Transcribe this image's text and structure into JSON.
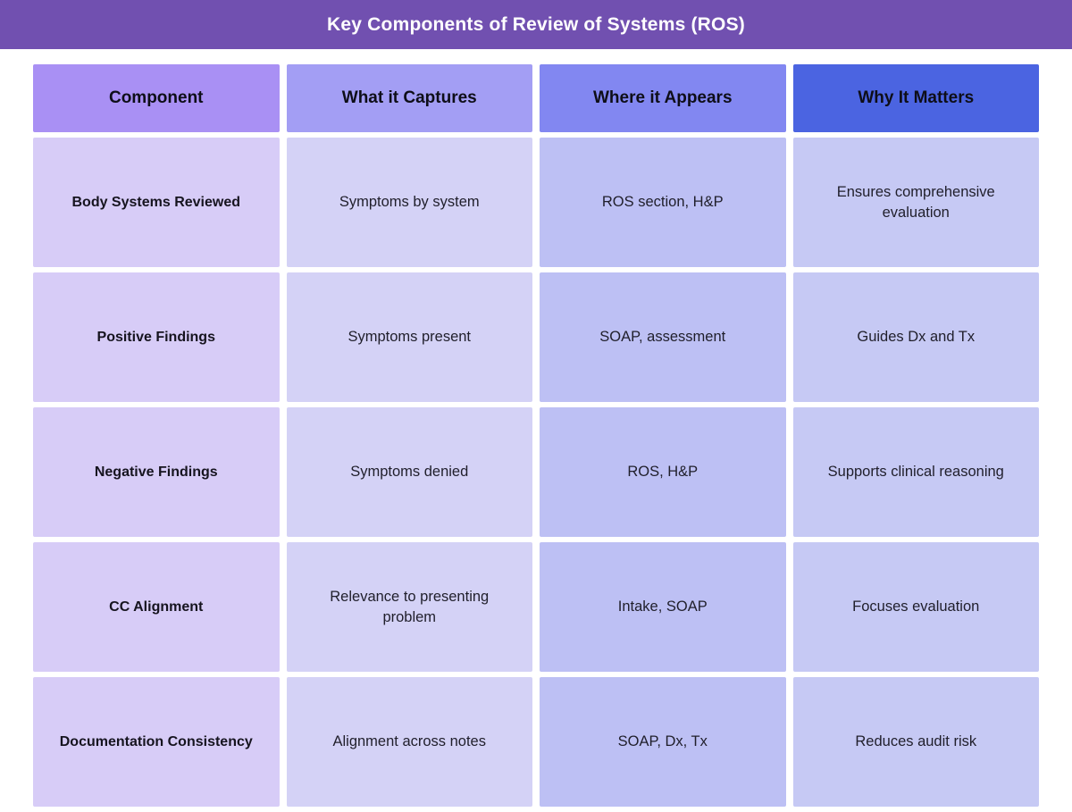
{
  "title": "Key Components of Review of Systems (ROS)",
  "colors": {
    "title_bar": "#7150b0",
    "header_component": "#a990f4",
    "header_captures": "#a39ef4",
    "header_appears": "#8287f1",
    "header_matters": "#4b64e1",
    "cell_component": "#d7ccf7",
    "cell_captures": "#d4d2f6",
    "cell_appears": "#bdc0f4",
    "cell_matters": "#c6c9f4"
  },
  "chart_data": {
    "type": "table",
    "title": "Key Components of Review of Systems (ROS)",
    "columns": [
      {
        "id": "component",
        "label": "Component"
      },
      {
        "id": "captures",
        "label": "What it Captures"
      },
      {
        "id": "appears",
        "label": "Where it Appears"
      },
      {
        "id": "matters",
        "label": "Why It Matters"
      }
    ],
    "rows": [
      {
        "component": "Body Systems Reviewed",
        "captures": "Symptoms by system",
        "appears": "ROS section, H&P",
        "matters": "Ensures comprehensive evaluation"
      },
      {
        "component": "Positive Findings",
        "captures": "Symptoms present",
        "appears": "SOAP, assessment",
        "matters": "Guides Dx and Tx"
      },
      {
        "component": "Negative Findings",
        "captures": "Symptoms denied",
        "appears": "ROS, H&P",
        "matters": "Supports clinical reasoning"
      },
      {
        "component": "CC Alignment",
        "captures": "Relevance to presenting problem",
        "appears": "Intake, SOAP",
        "matters": "Focuses evaluation"
      },
      {
        "component": "Documentation Consistency",
        "captures": "Alignment across notes",
        "appears": "SOAP, Dx, Tx",
        "matters": "Reduces audit risk"
      }
    ]
  }
}
